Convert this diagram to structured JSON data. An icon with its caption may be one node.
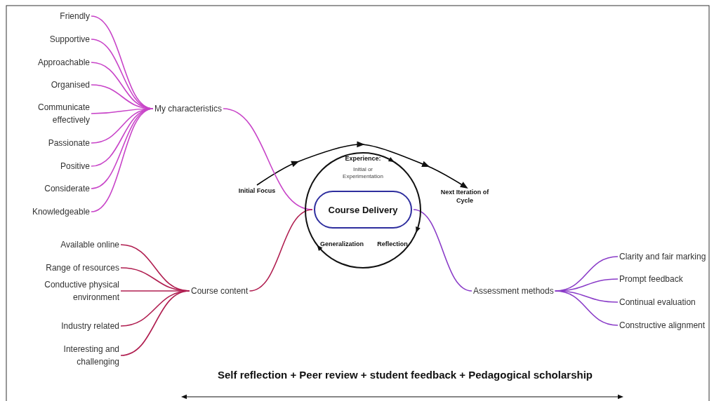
{
  "diagram": {
    "nodes": [
      {
        "text": [
          "Experience:",
          "Initial or Experimentation",
          "Generalization",
          "Reflection"
        ]
      },
      {
        "text": [
          "Course Delivery"
        ],
        "in": 0
      },
      {
        "text": [
          "Initial Focus"
        ]
      },
      {
        "text": [
          "Next Iteration of Cycle"
        ]
      },
      {
        "text": [
          "My characteristics"
        ]
      },
      {
        "text": [
          "Friendly"
        ]
      },
      {
        "text": [
          "Supportive"
        ]
      },
      {
        "text": [
          "Approachable"
        ]
      },
      {
        "text": [
          "Organised"
        ]
      },
      {
        "text": [
          "Communicate effectively"
        ]
      },
      {
        "text": [
          "Passionate"
        ]
      },
      {
        "text": [
          "Positive"
        ]
      },
      {
        "text": [
          "Considerate"
        ]
      },
      {
        "text": [
          "Knowledgeable"
        ]
      },
      {
        "text": [
          "Course content"
        ]
      },
      {
        "text": [
          "Available online"
        ]
      },
      {
        "text": [
          "Range of resources"
        ]
      },
      {
        "text": [
          "Conductive physical environment"
        ]
      },
      {
        "text": [
          "Industry related"
        ]
      },
      {
        "text": [
          "Interesting and challenging"
        ]
      },
      {
        "text": [
          "Assessment methods"
        ]
      },
      {
        "text": [
          "Clarity and fair marking"
        ]
      },
      {
        "text": [
          "Prompt feedback"
        ]
      },
      {
        "text": [
          "Continual evaluation"
        ]
      },
      {
        "text": [
          "Constructive alignment"
        ]
      }
    ],
    "edges": [
      {
        "from": 2,
        "to": 3,
        "arrow": "to",
        "color": "#000000"
      },
      {
        "from": 4,
        "to": 1,
        "arrow": "none"
      },
      {
        "from": 14,
        "to": 1,
        "arrow": "none",
        "color": "#b01e50"
      },
      {
        "from": 1,
        "to": 20,
        "arrow": "none",
        "color": "#8a3cc8"
      },
      {
        "from": 4,
        "to": 5,
        "arrow": "none"
      },
      {
        "from": 4,
        "to": 6,
        "arrow": "none"
      },
      {
        "from": 4,
        "to": 7,
        "arrow": "none"
      },
      {
        "from": 4,
        "to": 8,
        "arrow": "none"
      },
      {
        "from": 4,
        "to": 9,
        "arrow": "none"
      },
      {
        "from": 4,
        "to": 10,
        "arrow": "none"
      },
      {
        "from": 4,
        "to": 11,
        "arrow": "none"
      },
      {
        "from": 4,
        "to": 12,
        "arrow": "none"
      },
      {
        "from": 4,
        "to": 13,
        "arrow": "none"
      },
      {
        "from": 14,
        "to": 15,
        "arrow": "none",
        "color": "#b01e50"
      },
      {
        "from": 14,
        "to": 16,
        "arrow": "none",
        "color": "#b01e50"
      },
      {
        "from": 14,
        "to": 17,
        "arrow": "none",
        "color": "#b01e50"
      },
      {
        "from": 14,
        "to": 18,
        "arrow": "none",
        "color": "#b01e50"
      },
      {
        "from": 14,
        "to": 19,
        "arrow": "none",
        "color": "#b01e50"
      },
      {
        "from": 20,
        "to": 21,
        "arrow": "none",
        "color": "#8a3cc8"
      },
      {
        "from": 20,
        "to": 22,
        "arrow": "none",
        "color": "#8a3cc8"
      },
      {
        "from": 20,
        "to": 23,
        "arrow": "none",
        "color": "#8a3cc8"
      },
      {
        "from": 20,
        "to": 24,
        "arrow": "none",
        "color": "#8a3cc8"
      }
    ],
    "labels": [
      "Self reflection + Peer review + student feedback + Pedagogical scholarship"
    ]
  }
}
